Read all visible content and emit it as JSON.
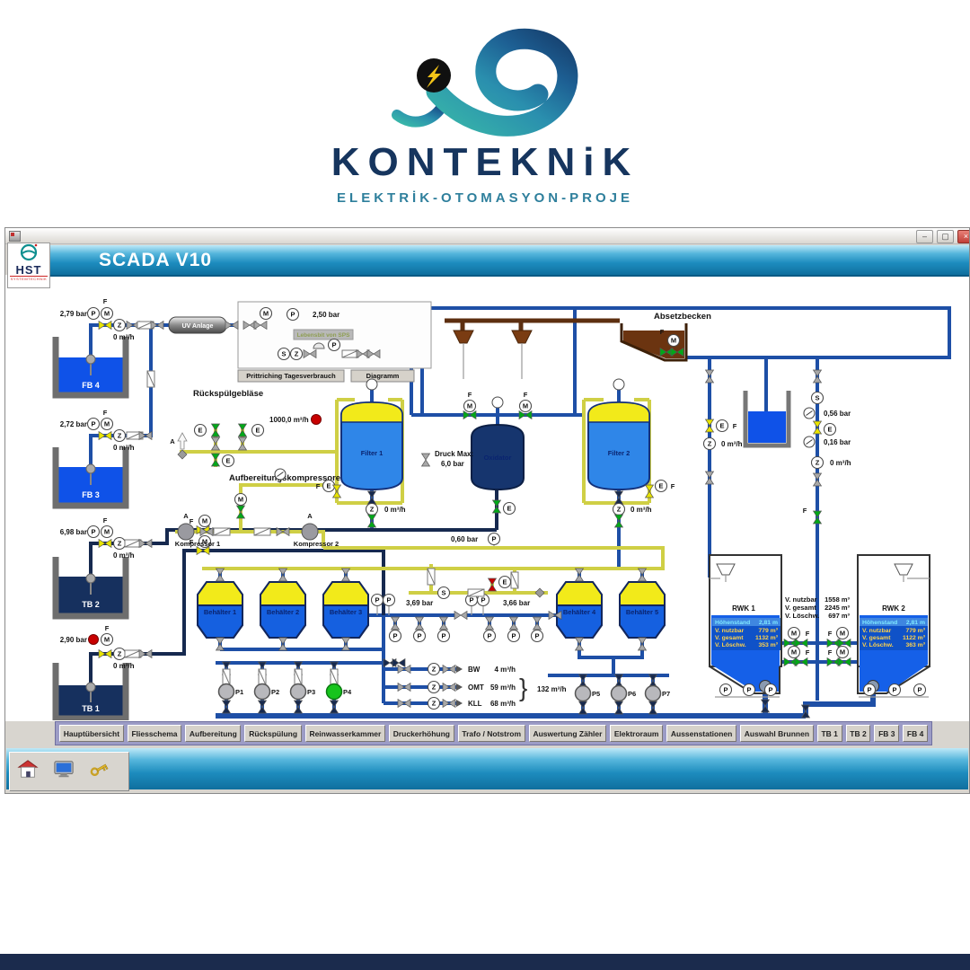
{
  "branding": {
    "company": "KONTEKNiK",
    "tagline": "ELEKTRİK-OTOMASYON-PROJE"
  },
  "window": {
    "title": "SCADA V10",
    "hst_name": "HST",
    "hst_sub": "SYSTEMTECHNIK",
    "minimize": "–",
    "maximize": "▢",
    "close": "×"
  },
  "symbols": {
    "P": "P",
    "M": "M",
    "Z": "Z",
    "S": "S",
    "E": "E",
    "F": "F",
    "A": "A"
  },
  "wells": {
    "fb4": {
      "name": "FB 4",
      "pressure": "2,79 bar",
      "flow": "0 m³/h"
    },
    "fb3": {
      "name": "FB 3",
      "pressure": "2,72 bar",
      "flow": "0 m³/h"
    },
    "tb2": {
      "name": "TB 2",
      "pressure": "6,98 bar",
      "flow": "0 m³/h"
    },
    "tb1": {
      "name": "TB 1",
      "pressure": "2,90 bar",
      "flow": "0 m³/h"
    }
  },
  "top": {
    "uv_label": "UV Anlage",
    "sps_pressure": "2,50 bar",
    "sps_status": "Lebensbit von SPS",
    "btn_tagesverbrauch": "Prittriching Tagesverbrauch",
    "btn_diagramm": "Diagramm",
    "absetzbecken": "Absetzbecken"
  },
  "backwash": {
    "title": "Rückspülgebläse",
    "flow": "1000,0 m³/h"
  },
  "air": {
    "title": "Aufbereitungskompressoren",
    "k1": "Kompressor 1",
    "k2": "Kompressor 2",
    "pressure": "0,60 bar"
  },
  "treatment": {
    "filter1": "Filter 1",
    "filter2": "Filter 2",
    "oxidator": "Oxidator",
    "druck_max_label": "Druck Max:",
    "druck_max_value": "6,0 bar",
    "filter1_flow": "0 m³/h",
    "filter2_flow": "0 m³/h"
  },
  "right_col": {
    "press_high": "0,56 bar",
    "press_low": "0,16 bar",
    "flow_a": "0 m³/h",
    "flow_b": "0 m³/h"
  },
  "vessels": {
    "b1": "Behälter 1",
    "b2": "Behälter 2",
    "b3": "Behälter 3",
    "b4": "Behälter 4",
    "b5": "Behälter 5",
    "press_left": "3,69 bar",
    "press_right": "3,66 bar"
  },
  "rwk": {
    "t1_name": "RWK 1",
    "t2_name": "RWK 2",
    "totals": [
      [
        "V. nutzbar",
        "1558 m³"
      ],
      [
        "V. gesamt",
        "2245 m³"
      ],
      [
        "V. Löschw.",
        "697 m³"
      ]
    ],
    "t1_rows": [
      [
        "Höhenstand",
        "2,81 m"
      ],
      [
        "V. nutzbar",
        "779 m³"
      ],
      [
        "V. gesamt",
        "1132 m³"
      ],
      [
        "V. Löschw.",
        "353 m³"
      ]
    ],
    "t2_rows": [
      [
        "Höhenstand",
        "2,81 m"
      ],
      [
        "V. nutzbar",
        "779 m³"
      ],
      [
        "V. gesamt",
        "1122 m³"
      ],
      [
        "V. Löschw.",
        "363 m³"
      ]
    ]
  },
  "pumps": {
    "p1": "P1",
    "p2": "P2",
    "p3": "P3",
    "p4": "P4",
    "p5": "P5",
    "p6": "P6",
    "p7": "P7"
  },
  "flows": {
    "rows": [
      [
        "BW",
        "4 m³/h"
      ],
      [
        "OMT",
        "59 m³/h"
      ],
      [
        "KLL",
        "68 m³/h"
      ]
    ],
    "total": "132 m³/h",
    "brace": "}"
  },
  "nav": {
    "items": [
      "Hauptübersicht",
      "Fliesschema",
      "Aufbereitung",
      "Rückspülung",
      "Reinwasserkammer",
      "Druckerhöhung",
      "Trafo / Notstrom",
      "Auswertung Zähler",
      "Elektroraum",
      "Aussenstationen",
      "Auswahl Brunnen",
      "TB 1",
      "TB 2",
      "FB 3",
      "FB 4"
    ]
  },
  "colors": {
    "banner_blue": "#1787b8",
    "pipe_blue": "#1e4fa6",
    "pipe_dark": "#16294f",
    "pipe_yellow": "#cfcf45",
    "valve_green": "#00a818",
    "alarm_red": "#c80000",
    "water_light": "#0f52e8",
    "water_dark": "#16305e",
    "vessel_yellow": "#f2ea1a",
    "footer_navy": "#1b2b4d"
  }
}
